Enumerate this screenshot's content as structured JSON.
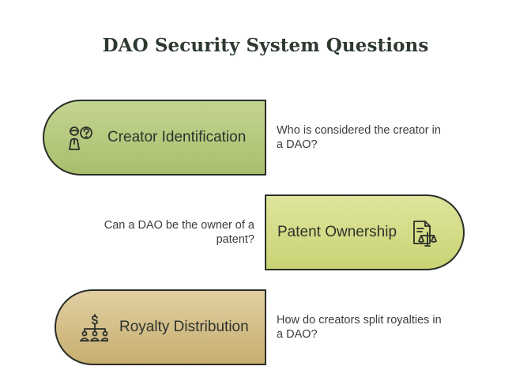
{
  "title": "DAO Security System Questions",
  "items": [
    {
      "label": "Creator Identification",
      "question": "Who is considered the creator in a DAO?",
      "icon": "creator-question-icon",
      "color": "#b3c77a"
    },
    {
      "label": "Patent Ownership",
      "question": "Can a DAO be the owner of a patent?",
      "icon": "document-scale-icon",
      "color": "#d2db86"
    },
    {
      "label": "Royalty Distribution",
      "question": "How do creators split royalties in a DAO?",
      "icon": "money-people-icon",
      "color": "#d3bf8c"
    }
  ]
}
